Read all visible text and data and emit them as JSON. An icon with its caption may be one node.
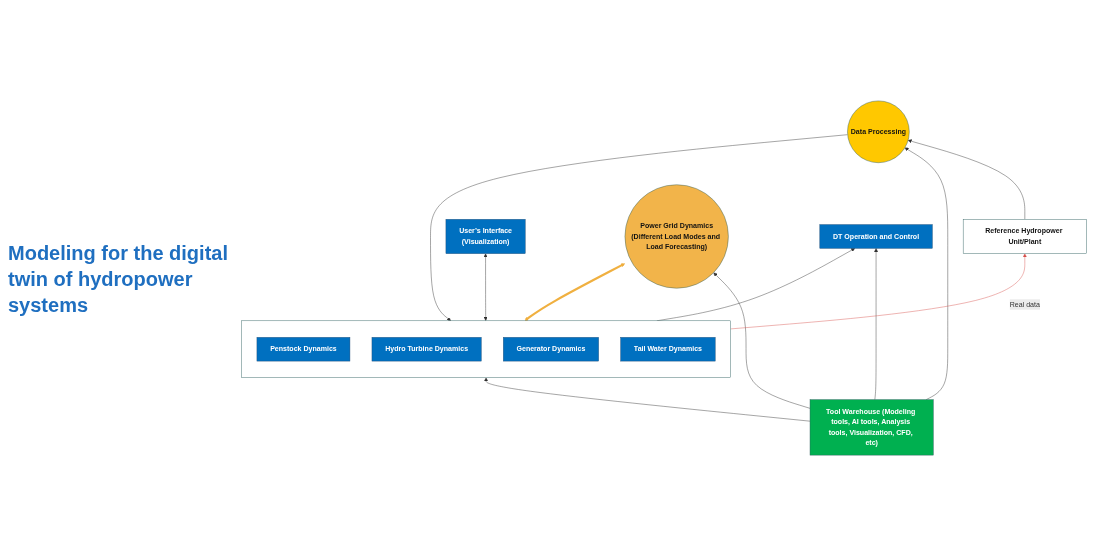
{
  "diagram": {
    "nodes": [
      {
        "text": [
          "Reference Hydropower Unit/Plant"
        ]
      },
      {
        "text": [
          "Data Processing"
        ]
      },
      {
        "text": [],
        "shape": "box"
      },
      {
        "text": [
          "Penstock Dynamics"
        ],
        "in": 2
      },
      {
        "text": [
          "Hydro Turbine Dynamics"
        ],
        "in": 2
      },
      {
        "text": [
          "Generator Dynamics"
        ],
        "in": 2
      },
      {
        "text": [
          "Tail Water Dynamics"
        ],
        "in": 2
      },
      {
        "text": [
          "User’s Interface",
          "(Visualization)"
        ]
      },
      {
        "text": [
          "Power Grid Dynamics",
          "(Different Load Modes and Load Forecasting)"
        ]
      },
      {
        "text": [
          "DT Operation and Control"
        ]
      },
      {
        "text": [
          "Tool Warehouse (Modeling tools, AI tools, Analysis tools, Visualization, CFD, etc)"
        ]
      }
    ],
    "edges": [
      {
        "from": 2,
        "to": 0,
        "arrow": "to",
        "label": "Real data",
        "color": "#d9534f"
      },
      {
        "from": 0,
        "to": 1,
        "arrow": "to"
      },
      {
        "from": 1,
        "to": 2,
        "arrow": "to"
      },
      {
        "from": 2,
        "to": 7,
        "arrow": "both"
      },
      {
        "from": 2,
        "to": 8,
        "arrow": "both",
        "style": "thick",
        "color": "#f0b040"
      },
      {
        "from": 2,
        "to": 9,
        "arrow": "to"
      },
      {
        "from": 10,
        "to": 1,
        "arrow": "to"
      },
      {
        "from": 10,
        "to": 2,
        "arrow": "to"
      },
      {
        "from": 10,
        "to": 9,
        "arrow": "to"
      },
      {
        "from": 10,
        "to": 8,
        "arrow": "to"
      }
    ],
    "labels": [
      "Modeling for the digital twin of hydropower systems"
    ]
  }
}
